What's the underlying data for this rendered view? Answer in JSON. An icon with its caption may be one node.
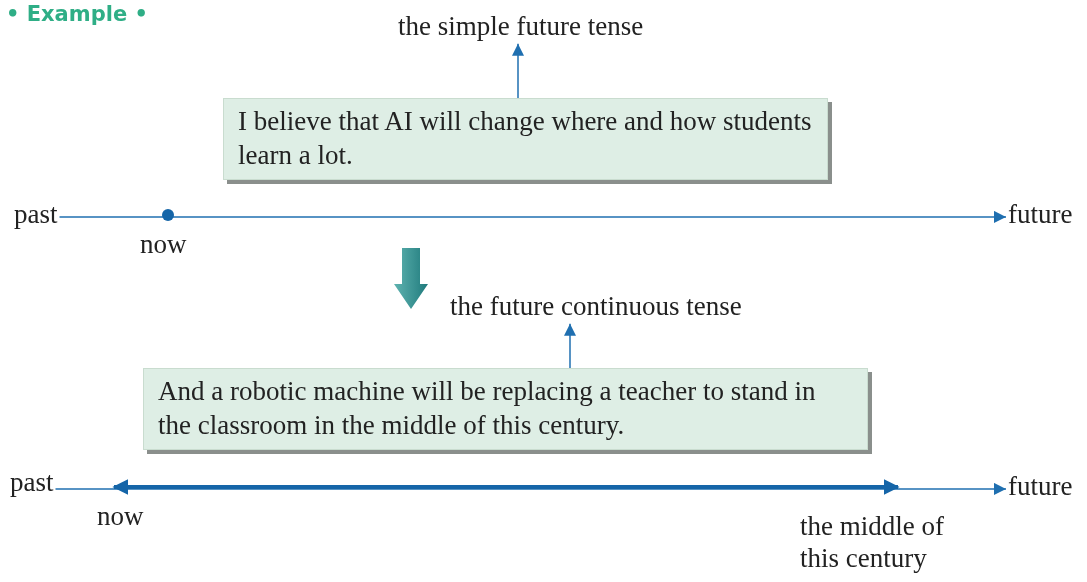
{
  "diagram": {
    "title": "• Example •",
    "nodes": [
      {
        "text": [
          "the simple future tense"
        ]
      },
      {
        "text": [
          "I believe that AI will change where and how students learn a lot."
        ]
      },
      {
        "text": [
          "past"
        ]
      },
      {
        "text": [
          "future"
        ]
      },
      {
        "text": [
          "the future continuous tense"
        ]
      },
      {
        "text": [
          "And a robotic machine will be replacing a teacher to stand in the classroom in the middle of this century."
        ]
      },
      {
        "text": [
          "past"
        ]
      },
      {
        "text": [
          "future"
        ]
      }
    ],
    "edges": [
      {
        "from": 1,
        "to": 0,
        "arrow": "to"
      },
      {
        "from": 2,
        "to": 3,
        "arrow": "to"
      },
      {
        "from": 5,
        "to": 4,
        "arrow": "to"
      },
      {
        "from": 6,
        "to": 7,
        "arrow": "to"
      }
    ],
    "labels": [
      "now",
      "now",
      "the middle of this century"
    ]
  }
}
